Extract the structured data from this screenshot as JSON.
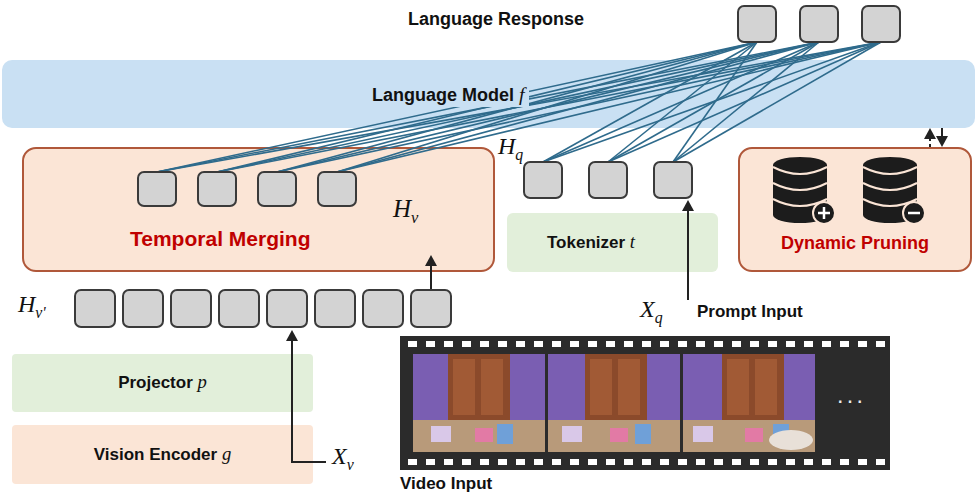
{
  "diagram": {
    "nodes": [
      {
        "text": [
          "Language Model f"
        ]
      },
      {
        "text": [
          "Temporal Merging",
          "Hv"
        ]
      },
      {
        "text": [
          "Tokenizer t"
        ]
      },
      {
        "text": [
          "Dynamic Pruning"
        ]
      },
      {
        "text": [
          "Projector p"
        ]
      },
      {
        "text": [
          "Vision Encoder g"
        ]
      }
    ],
    "edges": [
      {
        "from": 3,
        "to": 0,
        "arrow": "to"
      },
      {
        "from": 0,
        "to": 3,
        "arrow": "to"
      }
    ],
    "labels": [
      "Language Response",
      "Hq",
      "Hv'",
      "Xq",
      "Prompt Input",
      "Xv",
      "Video Input",
      "· · ·"
    ]
  }
}
